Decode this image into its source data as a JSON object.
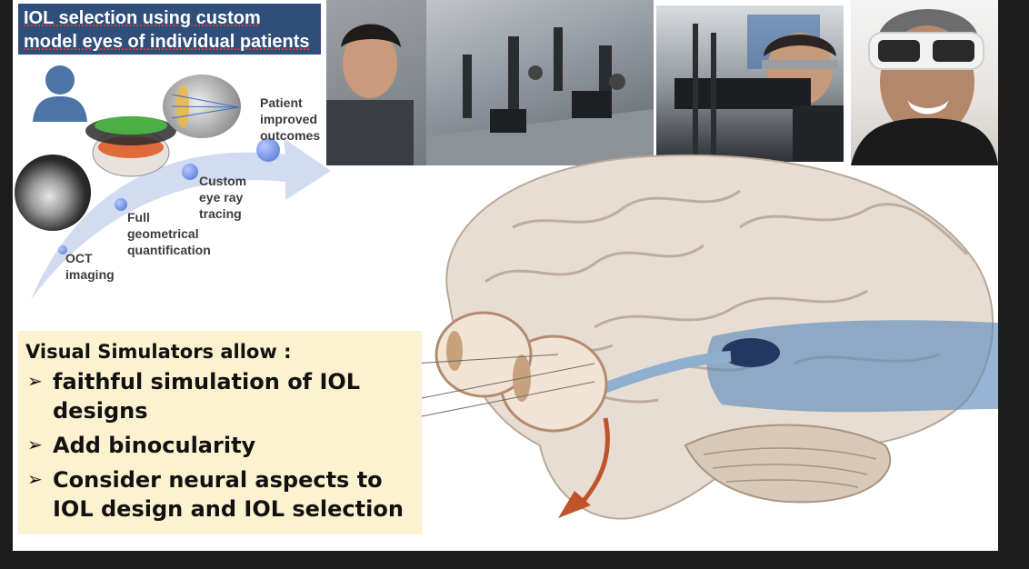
{
  "iol_panel": {
    "title": "IOL selection using custom model eyes of individual patients",
    "steps": [
      {
        "label": "OCT imaging"
      },
      {
        "label": "Full geometrical quantification"
      },
      {
        "label": "Custom eye ray tracing"
      },
      {
        "label": "Patient improved outcomes"
      }
    ],
    "colors": {
      "title_bg": "#2f4f7a",
      "arrow": "#c9d6ef",
      "dot": "#4a6fd0"
    }
  },
  "photos": {
    "bench_icon": "optical-bench-photo",
    "lab_icon": "lab-setup-photo",
    "vr_icon": "vr-headset-photo"
  },
  "brain": {
    "icon": "brain-visual-pathway-illustration"
  },
  "simulators": {
    "heading": "Visual Simulators allow :",
    "bullet_glyph": "➢",
    "items": [
      {
        "text": "faithful simulation of IOL designs"
      },
      {
        "text": "Add binocularity"
      },
      {
        "text": "Consider neural aspects to IOL design and IOL selection"
      }
    ],
    "bg_color": "#fdf2cf"
  }
}
